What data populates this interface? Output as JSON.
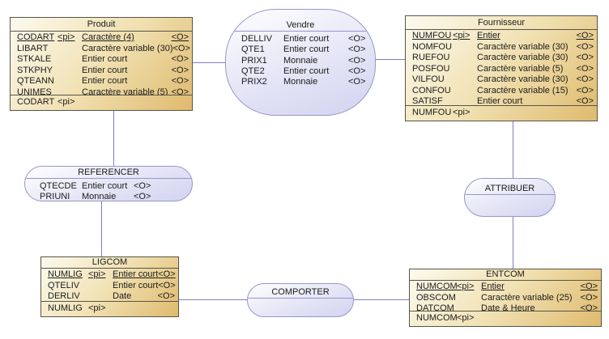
{
  "diagram": {
    "kind": "conceptual-data-model",
    "background": "#ffffff",
    "colors": {
      "entity_border": "#575548",
      "entity_fill_start": "#fcfaef",
      "entity_fill_end": "#dfba6e",
      "association_border": "#9597cb",
      "association_fill_start": "#ffffff",
      "association_fill_end": "#d2d3f0",
      "line": "#7d7ec6",
      "text": "#1b1b1b"
    }
  },
  "entities": [
    {
      "title": "Produit",
      "attributes": [
        {
          "name": "CODART",
          "pi": "<pi>",
          "type": "Caractère (4)",
          "domain": "<O>"
        },
        {
          "name": "LIBART",
          "pi": "",
          "type": "Caractère variable (30)",
          "domain": "<O>"
        },
        {
          "name": "STKALE",
          "pi": "",
          "type": "Entier court",
          "domain": "<O>"
        },
        {
          "name": "STKPHY",
          "pi": "",
          "type": "Entier court",
          "domain": "<O>"
        },
        {
          "name": "QTEANN",
          "pi": "",
          "type": "Entier court",
          "domain": "<O>"
        },
        {
          "name": "UNIMES",
          "pi": "",
          "type": "Caractère variable (5)",
          "domain": "<O>"
        }
      ],
      "footer_name": "CODART",
      "footer_pi": "<pi>"
    },
    {
      "title": "Fournisseur",
      "attributes": [
        {
          "name": "NUMFOU",
          "pi": "<pi>",
          "type": "Entier",
          "domain": "<O>"
        },
        {
          "name": "NOMFOU",
          "pi": "",
          "type": "Caractère variable (30)",
          "domain": "<O>"
        },
        {
          "name": "RUEFOU",
          "pi": "",
          "type": "Caractère variable (30)",
          "domain": "<O>"
        },
        {
          "name": "POSFOU",
          "pi": "",
          "type": "Caractère variable (5)",
          "domain": "<O>"
        },
        {
          "name": "VILFOU",
          "pi": "",
          "type": "Caractère variable (30)",
          "domain": "<O>"
        },
        {
          "name": "CONFOU",
          "pi": "",
          "type": "Caractère variable (15)",
          "domain": "<O>"
        },
        {
          "name": "SATISF",
          "pi": "",
          "type": "Entier court",
          "domain": "<O>"
        }
      ],
      "footer_name": "NUMFOU",
      "footer_pi": "<pi>"
    },
    {
      "title": "LIGCOM",
      "attributes": [
        {
          "name": "NUMLIG",
          "pi": "<pi>",
          "type": "Entier court",
          "domain": "<O>"
        },
        {
          "name": "QTELIV",
          "pi": "",
          "type": "Entier court",
          "domain": "<O>"
        },
        {
          "name": "DERLIV",
          "pi": "",
          "type": "Date",
          "domain": "<O>"
        }
      ],
      "footer_name": "NUMLIG",
      "footer_pi": "<pi>"
    },
    {
      "title": "ENTCOM",
      "attributes": [
        {
          "name": "NUMCOM",
          "pi": "<pi>",
          "type": "Entier",
          "domain": "<O>"
        },
        {
          "name": "OBSCOM",
          "pi": "",
          "type": "Caractère variable (25)",
          "domain": "<O>"
        },
        {
          "name": "DATCOM",
          "pi": "",
          "type": "Date & Heure",
          "domain": "<O>"
        }
      ],
      "footer_name": "NUMCOM",
      "footer_pi": "<pi>"
    }
  ],
  "associations": [
    {
      "title": "Vendre",
      "attributes": [
        {
          "name": "DELLIV",
          "type": "Entier court",
          "domain": "<O>"
        },
        {
          "name": "QTE1",
          "type": "Entier court",
          "domain": "<O>"
        },
        {
          "name": "PRIX1",
          "type": "Monnaie",
          "domain": "<O>"
        },
        {
          "name": "QTE2",
          "type": "Entier court",
          "domain": "<O>"
        },
        {
          "name": "PRIX2",
          "type": "Monnaie",
          "domain": "<O>"
        }
      ]
    },
    {
      "title": "REFERENCER",
      "attributes": [
        {
          "name": "QTECDE",
          "type": "Entier court",
          "domain": "<O>"
        },
        {
          "name": "PRIUNI",
          "type": "Monnaie",
          "domain": "<O>"
        }
      ]
    },
    {
      "title": "ATTRIBUER",
      "attributes": []
    },
    {
      "title": "COMPORTER",
      "attributes": []
    }
  ],
  "links": [
    {
      "from": "Produit",
      "to": "Vendre"
    },
    {
      "from": "Vendre",
      "to": "Fournisseur"
    },
    {
      "from": "Produit",
      "to": "REFERENCER"
    },
    {
      "from": "REFERENCER",
      "to": "LIGCOM"
    },
    {
      "from": "LIGCOM",
      "to": "COMPORTER"
    },
    {
      "from": "COMPORTER",
      "to": "ENTCOM"
    },
    {
      "from": "Fournisseur",
      "to": "ATTRIBUER"
    },
    {
      "from": "ATTRIBUER",
      "to": "ENTCOM"
    }
  ]
}
